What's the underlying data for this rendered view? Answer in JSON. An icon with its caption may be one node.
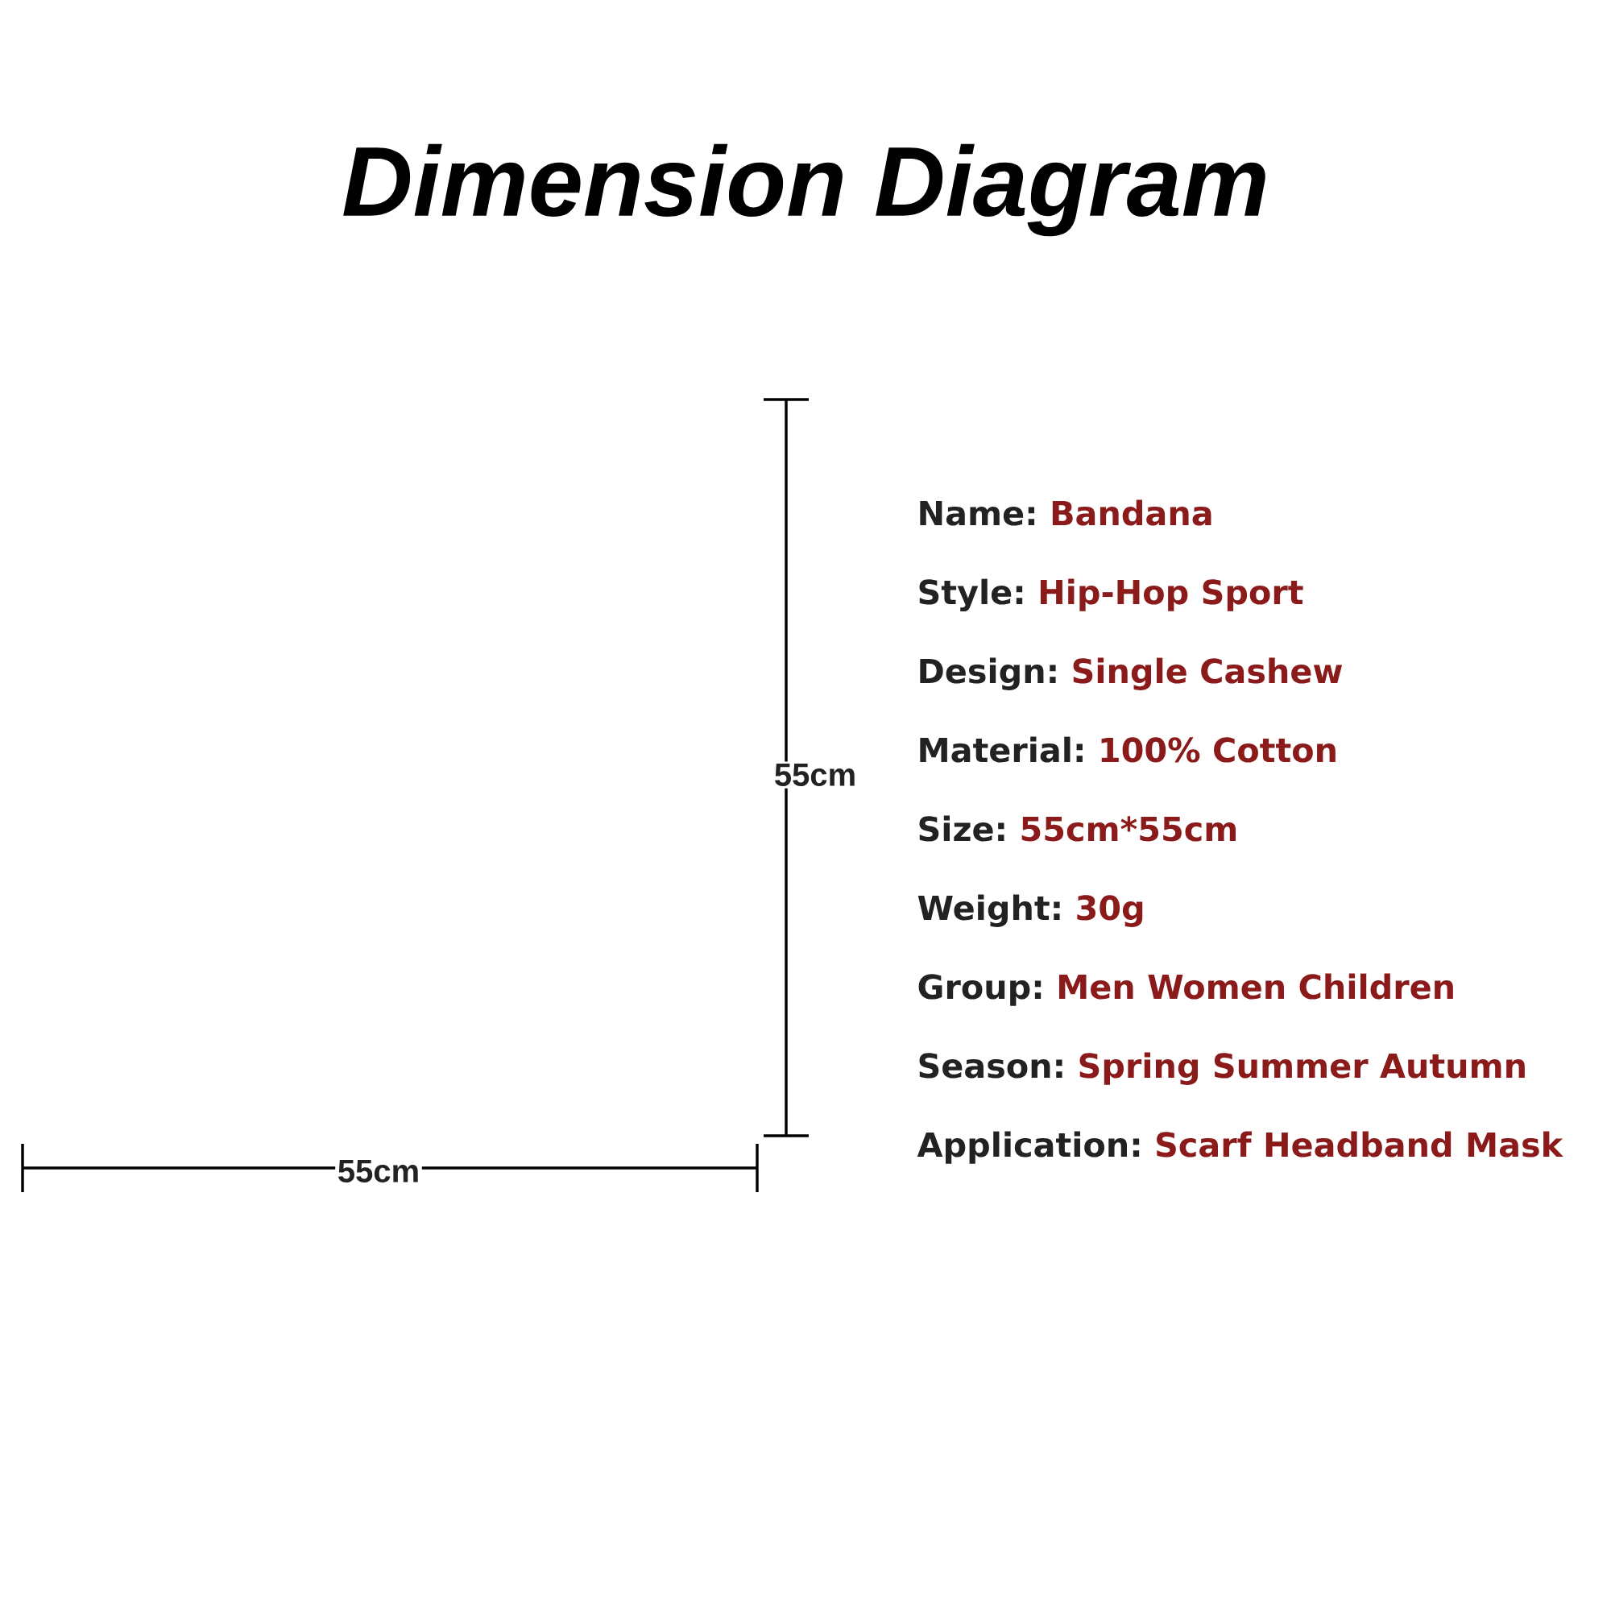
{
  "diagram": {
    "title": "Dimension Diagram",
    "labels": [
      "Name:",
      "Bandana",
      "Style:",
      "Hip-Hop Sport",
      "Design:",
      "Single Cashew",
      "Material:",
      "100% Cotton",
      "Size:",
      "55cm*55cm",
      "Weight:",
      "30g",
      "Group:",
      "Men Women Children",
      "Season:",
      "Spring Summer Autumn",
      "Application:",
      "Scarf Headband Mask",
      "55cm",
      "55cm"
    ]
  }
}
